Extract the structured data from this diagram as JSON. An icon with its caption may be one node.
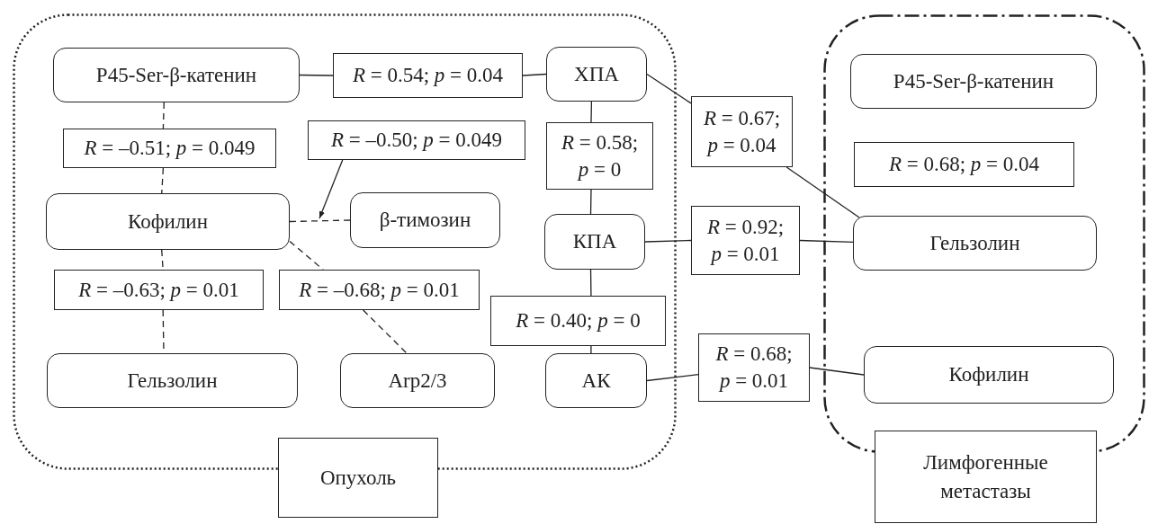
{
  "diagram": {
    "nodes": [
      {
        "text": [
          "Опухоль"
        ]
      },
      {
        "text": [
          "P45-Ser-β-катенин"
        ],
        "in": 0
      },
      {
        "text": [
          "*R* = 0.54; *p* = 0.04"
        ],
        "in": 0
      },
      {
        "text": [
          "ХПА"
        ],
        "in": 0
      },
      {
        "text": [
          "*R* = –0.51; *p* = 0.049"
        ],
        "in": 0
      },
      {
        "text": [
          "*R* = –0.50; *p* = 0.049"
        ],
        "in": 0
      },
      {
        "text": [
          "Кофилин"
        ],
        "in": 0
      },
      {
        "text": [
          "β-тимозин"
        ],
        "in": 0
      },
      {
        "text": [
          "*R* = 0.58; *p* = 0"
        ],
        "in": 0
      },
      {
        "text": [
          "КПА"
        ],
        "in": 0
      },
      {
        "text": [
          "*R* = –0.63; *p* = 0.01"
        ],
        "in": 0
      },
      {
        "text": [
          "*R* = –0.68; *p* = 0.01"
        ],
        "in": 0
      },
      {
        "text": [
          "*R* = 0.40; *p* = 0"
        ],
        "in": 0
      },
      {
        "text": [
          "Гельзолин"
        ],
        "in": 0
      },
      {
        "text": [
          "Arp2/3"
        ],
        "in": 0
      },
      {
        "text": [
          "АК"
        ],
        "in": 0
      },
      {
        "text": [
          "*R* = 0.67; *p* = 0.04"
        ]
      },
      {
        "text": [
          "*R* = 0.92; *p* = 0.01"
        ]
      },
      {
        "text": [
          "*R* = 0.68; *p* = 0.01"
        ]
      },
      {
        "text": [
          "Лимфогенные метастазы"
        ]
      },
      {
        "text": [
          "P45-Ser-β-катенин"
        ],
        "in": 19
      },
      {
        "text": [
          "*R* = 0.68; *p* = 0.04"
        ],
        "in": 19
      },
      {
        "text": [
          "Гельзолин"
        ],
        "in": 19
      },
      {
        "text": [
          "Кофилин"
        ],
        "in": 19
      }
    ],
    "edges": [
      {
        "from": 1,
        "to": 2,
        "arrow": "none"
      },
      {
        "from": 2,
        "to": 3,
        "arrow": "none"
      },
      {
        "from": 1,
        "to": 4,
        "arrow": "none",
        "style": "dashed"
      },
      {
        "from": 4,
        "to": 6,
        "arrow": "none",
        "style": "dashed"
      },
      {
        "from": 6,
        "to": 7,
        "arrow": "none",
        "style": "dashed"
      },
      {
        "from": 5,
        "to": null,
        "arrow": "to"
      },
      {
        "from": 6,
        "to": 10,
        "arrow": "none",
        "style": "dashed"
      },
      {
        "from": 10,
        "to": 13,
        "arrow": "none",
        "style": "dashed"
      },
      {
        "from": 6,
        "to": 11,
        "arrow": "none",
        "style": "dashed"
      },
      {
        "from": 11,
        "to": 14,
        "arrow": "none",
        "style": "dashed"
      },
      {
        "from": 3,
        "to": 8,
        "arrow": "none"
      },
      {
        "from": 8,
        "to": 9,
        "arrow": "none"
      },
      {
        "from": 9,
        "to": 12,
        "arrow": "none"
      },
      {
        "from": 12,
        "to": 15,
        "arrow": "none"
      },
      {
        "from": 3,
        "to": 16,
        "arrow": "none"
      },
      {
        "from": 16,
        "to": 22,
        "arrow": "none"
      },
      {
        "from": 9,
        "to": 17,
        "arrow": "none"
      },
      {
        "from": 17,
        "to": 22,
        "arrow": "none"
      },
      {
        "from": 15,
        "to": 18,
        "arrow": "none"
      },
      {
        "from": 18,
        "to": 23,
        "arrow": "none"
      }
    ]
  }
}
